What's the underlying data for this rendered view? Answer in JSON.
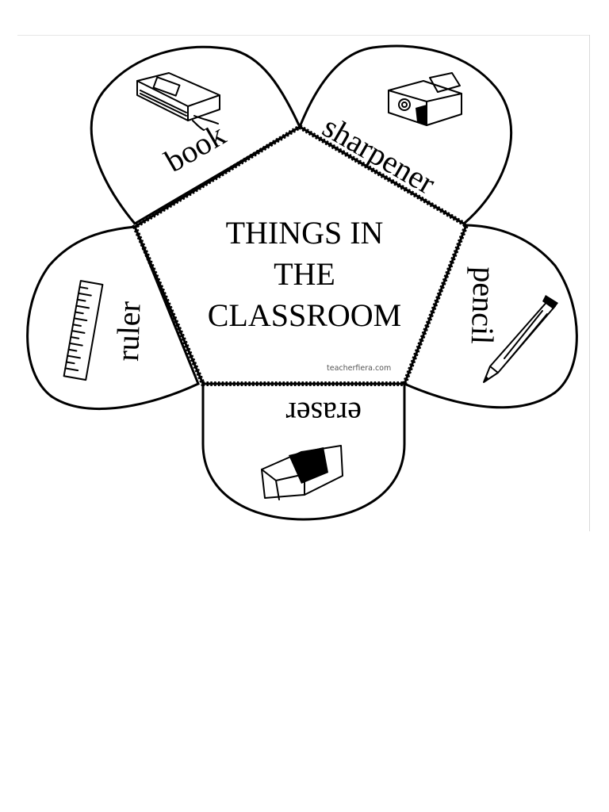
{
  "worksheet": {
    "title_lines": [
      "THINGS IN",
      "THE",
      "CLASSROOM"
    ],
    "credit": "teacherfiera.com",
    "flaps": {
      "book": "book",
      "sharpener": "sharpener",
      "pencil": "pencil",
      "eraser": "eraser",
      "ruler": "ruler"
    },
    "icons": [
      "book-icon",
      "sharpener-icon",
      "pencil-icon",
      "eraser-icon",
      "ruler-icon"
    ]
  }
}
